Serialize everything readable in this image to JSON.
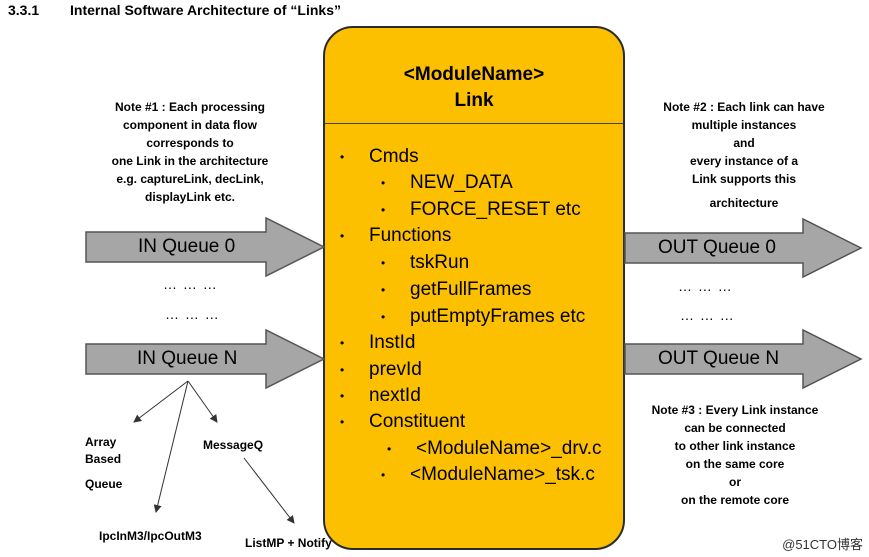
{
  "heading": {
    "number": "3.3.1",
    "title": "Internal Software Architecture of “Links”"
  },
  "module_box": {
    "title_line1": "<ModuleName>",
    "title_line2": "Link",
    "fill": "#fcc000"
  },
  "items": [
    {
      "label": "Cmds",
      "sub": [
        "NEW_DATA",
        "FORCE_RESET etc"
      ]
    },
    {
      "label": "Functions",
      "sub": [
        "tskRun",
        "getFullFrames",
        "putEmptyFrames etc"
      ]
    },
    {
      "label": "InstId",
      "sub": []
    },
    {
      "label": "prevId",
      "sub": []
    },
    {
      "label": "nextId",
      "sub": []
    },
    {
      "label": "Constituent",
      "sub": [
        "<ModuleName>_drv.c",
        "<ModuleName>_tsk.c"
      ]
    }
  ],
  "bullet_glyph": "•",
  "in_queues": [
    "IN Queue 0",
    "IN Queue N"
  ],
  "out_queues": [
    "OUT Queue 0",
    "OUT Queue N"
  ],
  "ellipsis": "… … …",
  "arrow_fill": "#a6a6a6",
  "note1": [
    "Note #1 : Each processing",
    "component in data flow",
    "corresponds to",
    "one Link in the architecture",
    "e.g. captureLink, decLink,",
    "displayLink etc."
  ],
  "note2": [
    "Note #2 : Each link can have",
    "multiple instances",
    "and",
    "every instance of a",
    "Link supports this",
    "architecture"
  ],
  "note3": [
    "Note #3 : Every Link instance",
    "can be connected",
    "to other link instance",
    "on the same core",
    "or",
    "on the remote core"
  ],
  "queue_types": {
    "array_based": [
      "Array",
      "Based",
      "Queue"
    ],
    "message_q": "MessageQ",
    "ipc": "IpcInM3/IpcOutM3",
    "listmp": "ListMP + Notify"
  },
  "watermark": "@51CTO博客"
}
